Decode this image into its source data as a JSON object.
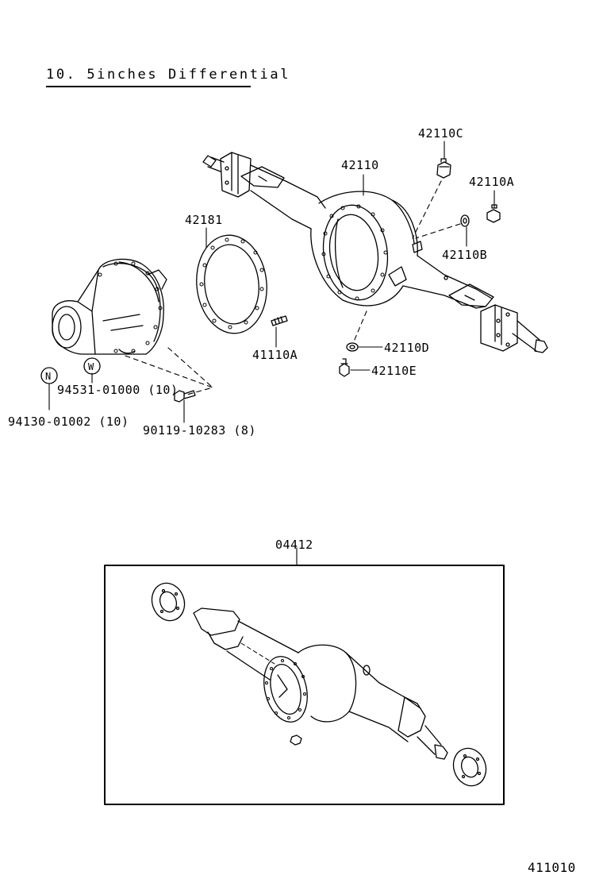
{
  "title": "10. 5inches Differential",
  "page_ref": "411010",
  "parts": {
    "p42110": "42110",
    "p42110C": "42110C",
    "p42110A": "42110A",
    "p42110B": "42110B",
    "p42181": "42181",
    "p41110A": "41110A",
    "p42110D": "42110D",
    "p42110E": "42110E",
    "p94531": "94531-01000 (10)",
    "p94130": "94130-01002 (10)",
    "p90119": "90119-10283 (8)",
    "p04412": "04412"
  },
  "badges": {
    "n": "N",
    "w": "W"
  }
}
